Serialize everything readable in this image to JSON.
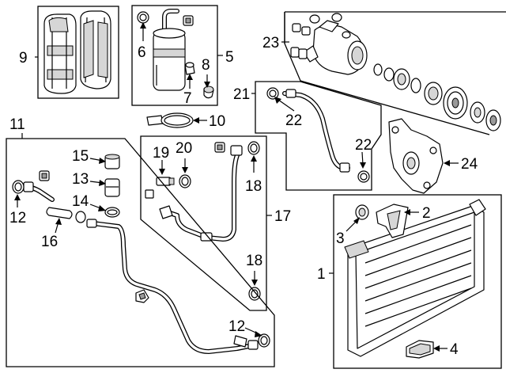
{
  "callouts": {
    "c1": "1",
    "c2": "2",
    "c3": "3",
    "c4": "4",
    "c5": "5",
    "c6": "6",
    "c7": "7",
    "c8": "8",
    "c9": "9",
    "c10": "10",
    "c11": "11",
    "c12a": "12",
    "c12b": "12",
    "c13": "13",
    "c14": "14",
    "c15": "15",
    "c16": "16",
    "c17": "17",
    "c18a": "18",
    "c18b": "18",
    "c19": "19",
    "c20": "20",
    "c21": "21",
    "c22a": "22",
    "c22b": "22",
    "c23": "23",
    "c24": "24"
  }
}
